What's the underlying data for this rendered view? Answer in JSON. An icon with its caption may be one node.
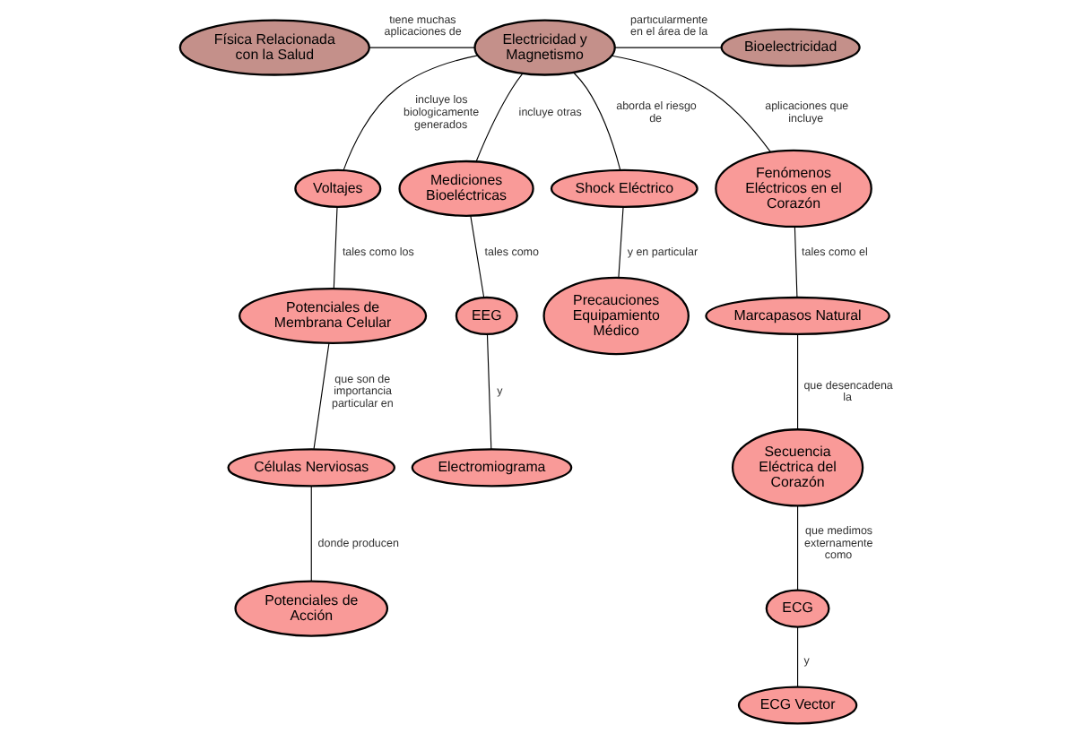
{
  "diagram": {
    "nodes": [
      {
        "text": [
          "Física Relacionada con la Salud"
        ]
      },
      {
        "text": [
          "Electricidad y Magnetismo"
        ]
      },
      {
        "text": [
          "Bioelectricidad"
        ]
      },
      {
        "text": [
          "Voltajes"
        ]
      },
      {
        "text": [
          "Mediciones Bioeléctricas"
        ]
      },
      {
        "text": [
          "Shock Eléctrico"
        ]
      },
      {
        "text": [
          "Potenciales de Membrana Celular"
        ]
      },
      {
        "text": [
          "Fenómenos Eléctricos en el Corazón"
        ]
      },
      {
        "text": [
          "EEG"
        ]
      },
      {
        "text": [
          "Precauciones Equipamiento Médico"
        ]
      },
      {
        "text": [
          "Marcapasos Natural"
        ]
      },
      {
        "text": [
          "Electromiograma"
        ]
      },
      {
        "text": [
          "Células Nerviosas"
        ]
      },
      {
        "text": [
          "Secuencia Eléctrica del Corazón"
        ]
      },
      {
        "text": [
          "Potenciales de Acción"
        ]
      },
      {
        "text": [
          "ECG"
        ]
      },
      {
        "text": [
          "ECG Vector"
        ]
      }
    ],
    "edges": [
      {
        "from": 0,
        "to": 1,
        "arrow": "none",
        "label": "tiene muchas aplicaciones de"
      },
      {
        "from": 1,
        "to": 2,
        "arrow": "none",
        "label": "particularmente en el área de la"
      },
      {
        "from": 1,
        "to": 3,
        "arrow": "none",
        "label": "incluye los biologicamente generados"
      },
      {
        "from": 1,
        "to": 7,
        "arrow": "none",
        "label": "aplicaciones que incluye"
      },
      {
        "from": 1,
        "to": 4,
        "arrow": "none",
        "label": "incluye otras"
      },
      {
        "from": 1,
        "to": 5,
        "arrow": "none",
        "label": "aborda el riesgo de"
      },
      {
        "from": 3,
        "to": 6,
        "arrow": "none",
        "label": "tales como los"
      },
      {
        "from": 4,
        "to": 8,
        "arrow": "none",
        "label": "tales como"
      },
      {
        "from": 5,
        "to": 9,
        "arrow": "none",
        "label": "y en particular"
      },
      {
        "from": 6,
        "to": 12,
        "arrow": "none",
        "label": "que son de importancia particular en"
      },
      {
        "from": 7,
        "to": 10,
        "arrow": "none",
        "label": "tales como el"
      },
      {
        "from": 8,
        "to": 11,
        "arrow": "none",
        "label": "y"
      },
      {
        "from": 10,
        "to": 13,
        "arrow": "none",
        "label": "que desencadena la"
      },
      {
        "from": 12,
        "to": 14,
        "arrow": "none",
        "label": "donde producen"
      },
      {
        "from": 13,
        "to": 15,
        "arrow": "none",
        "label": "que medimos externamente como"
      },
      {
        "from": 15,
        "to": 16,
        "arrow": "none",
        "label": "y"
      }
    ]
  }
}
